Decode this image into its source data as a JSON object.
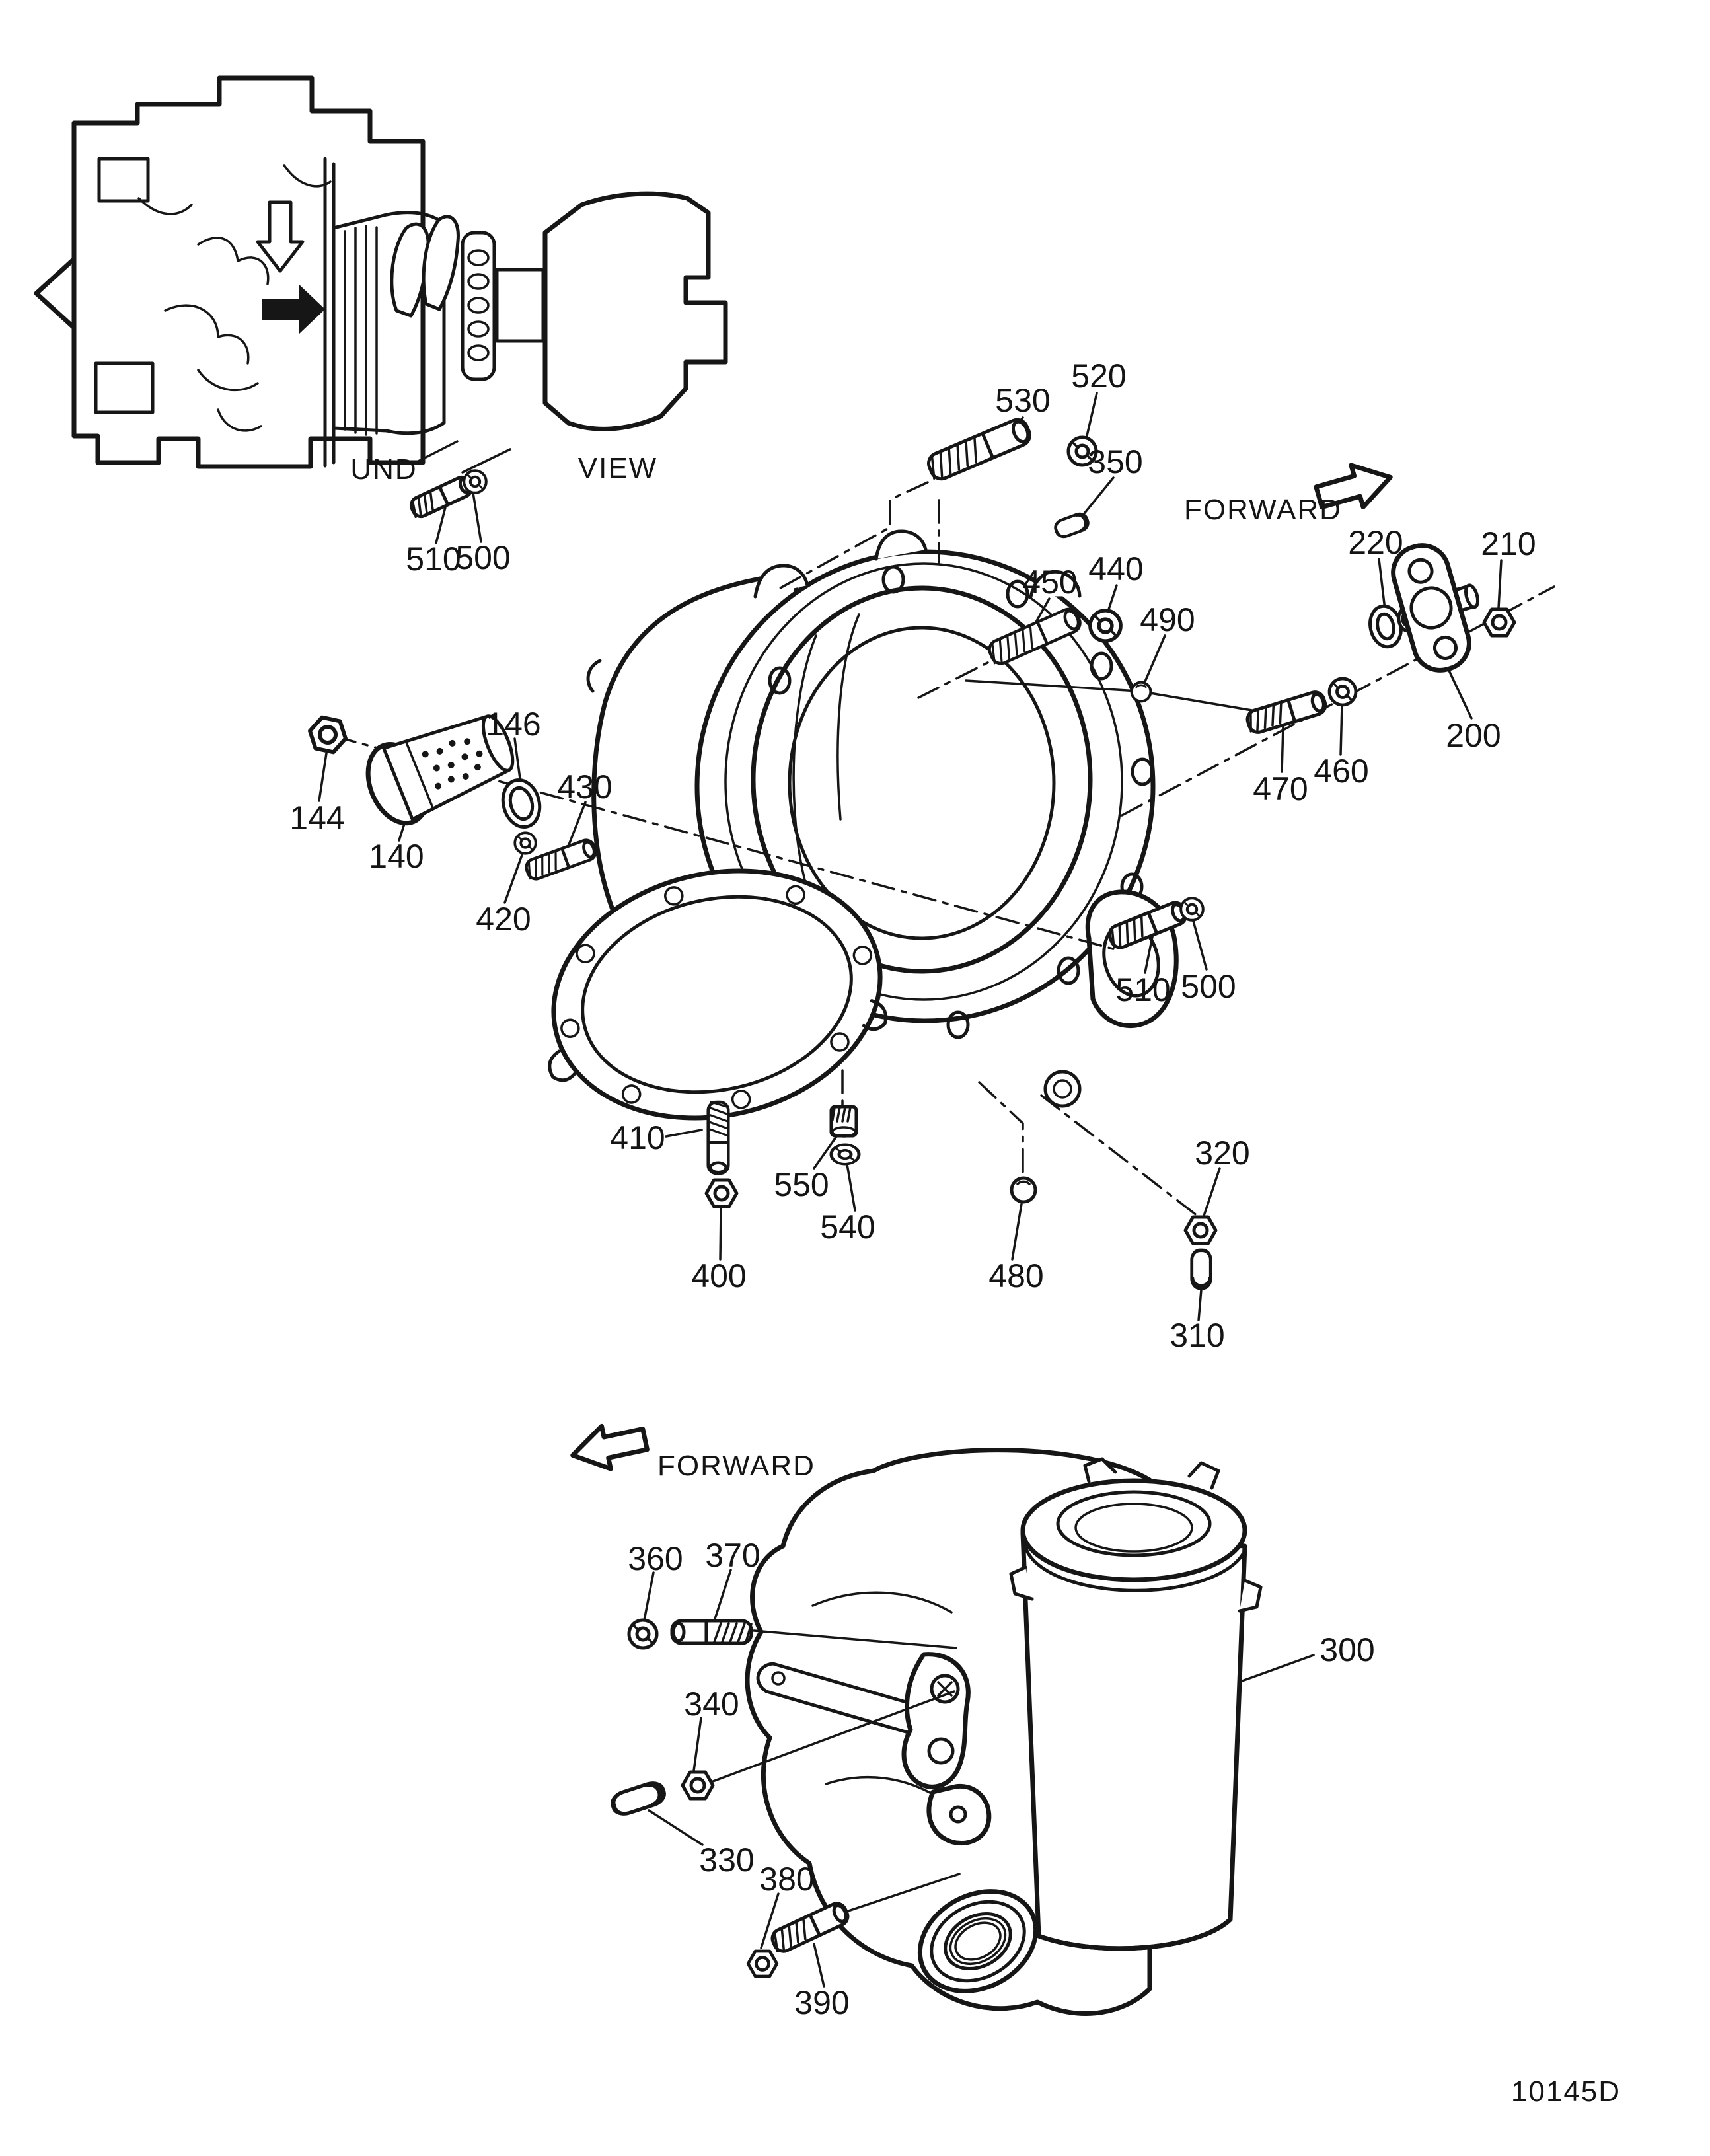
{
  "colors": {
    "ink": "#161616",
    "paper": "#ffffff"
  },
  "labels": {
    "und": "UND",
    "view": "VIEW",
    "forward_top": "FORWARD",
    "forward_bottom": "FORWARD",
    "p140": "140",
    "p144": "144",
    "p146": "146",
    "p200": "200",
    "p210": "210",
    "p220": "220",
    "p300": "300",
    "p310": "310",
    "p320": "320",
    "p330": "330",
    "p340": "340",
    "p350": "350",
    "p360": "360",
    "p370": "370",
    "p380": "380",
    "p390": "390",
    "p400": "400",
    "p410": "410",
    "p420": "420",
    "p430": "430",
    "p440": "440",
    "p450": "450",
    "p460": "460",
    "p470": "470",
    "p480": "480",
    "p490": "490",
    "p500a": "500",
    "p500b": "500",
    "p510a": "510",
    "p510b": "510",
    "p520": "520",
    "p530": "530",
    "p540": "540",
    "p550": "550",
    "figure_id": "10145D"
  }
}
